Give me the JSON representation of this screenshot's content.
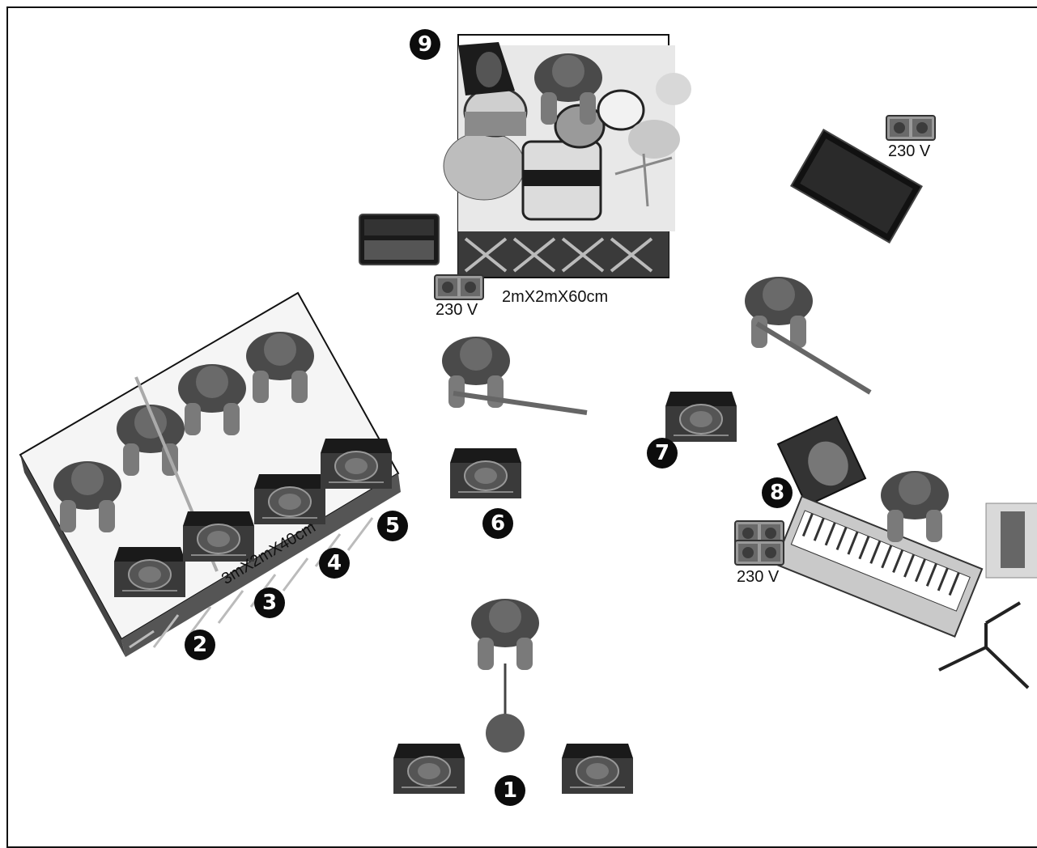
{
  "markers": [
    "1",
    "2",
    "3",
    "4",
    "5",
    "6",
    "7",
    "8",
    "9"
  ],
  "labels": {
    "drum_riser": "2mX2mX60cm",
    "horn_riser": "3mX2mX40cm",
    "power": "230 V"
  },
  "icons": {
    "monitor": "floor-monitor-icon",
    "amp": "amplifier-icon",
    "power": "power-socket-icon",
    "musician": "musician-figure-icon"
  },
  "colors": {
    "ink": "#111111",
    "gray": "#8c8c8c",
    "dark": "#2a2a2a"
  }
}
